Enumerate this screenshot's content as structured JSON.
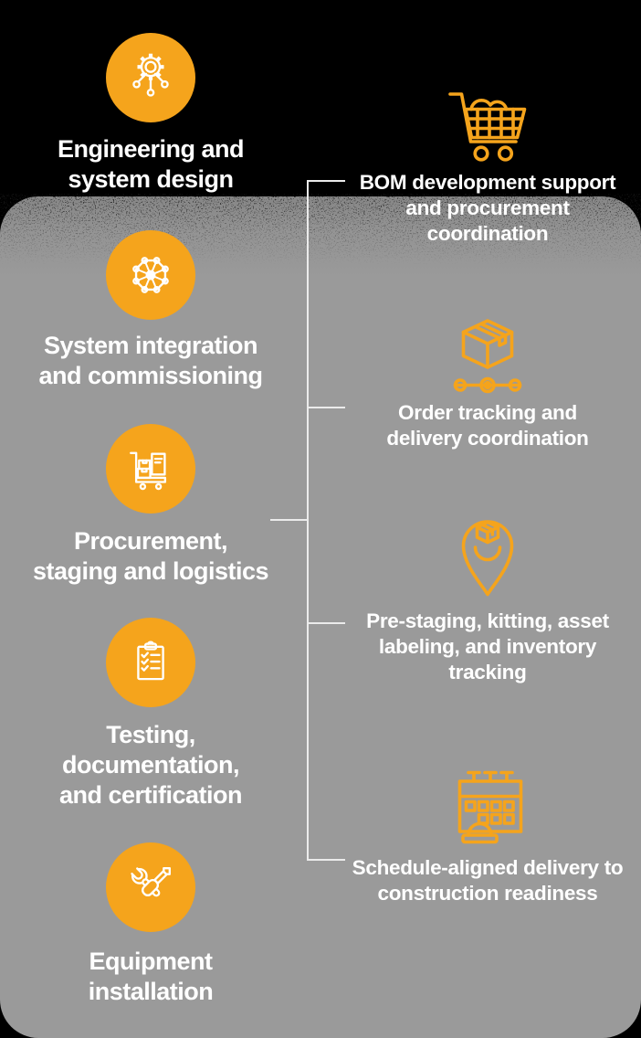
{
  "title": "Project delivery process infographic",
  "colors": {
    "background": "#000000",
    "panel_gray": "#9a9a9a",
    "orange": "#F5A41C",
    "connector": "#ebebeb",
    "text": "#ffffff"
  },
  "left": {
    "items": [
      {
        "icon": "gear-network-icon",
        "label": "Engineering and\nsystem design"
      },
      {
        "icon": "network-wheel-icon",
        "label": "System integration\nand commissioning"
      },
      {
        "icon": "logistics-cart-icon",
        "label": "Procurement,\nstaging and logistics"
      },
      {
        "icon": "checklist-clipboard-icon",
        "label": "Testing,\ndocumentation,\nand certification"
      },
      {
        "icon": "wrench-screwdriver-icon",
        "label": "Equipment\ninstallation"
      }
    ]
  },
  "right": {
    "items": [
      {
        "icon": "shopping-cart-icon",
        "label": "BOM development support\nand procurement\ncoordination"
      },
      {
        "icon": "package-tracking-icon",
        "label": "Order tracking and\ndelivery coordination"
      },
      {
        "icon": "location-pin-package-icon",
        "label": "Pre-staging, kitting, asset\nlabeling, and inventory\ntracking"
      },
      {
        "icon": "calendar-hardhat-icon",
        "label": "Schedule-aligned delivery to\nconstruction readiness"
      }
    ]
  }
}
